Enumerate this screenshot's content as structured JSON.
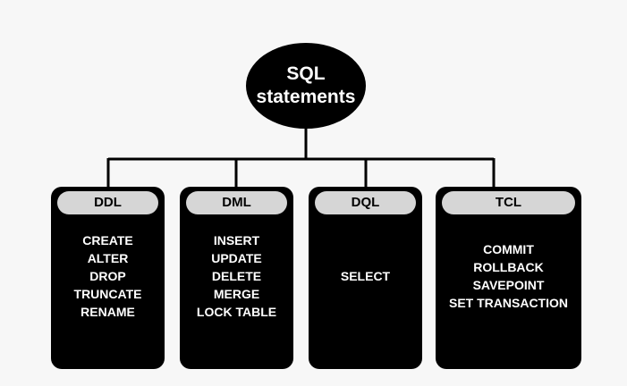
{
  "root": {
    "line1": "SQL",
    "line2": "statements"
  },
  "categories": [
    {
      "label": "DDL",
      "items": [
        "CREATE",
        "ALTER",
        "DROP",
        "TRUNCATE",
        "RENAME"
      ]
    },
    {
      "label": "DML",
      "items": [
        "INSERT",
        "UPDATE",
        "DELETE",
        "MERGE",
        "LOCK TABLE"
      ]
    },
    {
      "label": "DQL",
      "items": [
        "SELECT"
      ]
    },
    {
      "label": "TCL",
      "items": [
        "COMMIT",
        "ROLLBACK",
        "SAVEPOINT",
        "SET TRANSACTION"
      ]
    }
  ],
  "colors": {
    "box": "#000000",
    "header": "#d6d6d6",
    "background": "#f7f7f7",
    "text_on_box": "#ffffff"
  }
}
